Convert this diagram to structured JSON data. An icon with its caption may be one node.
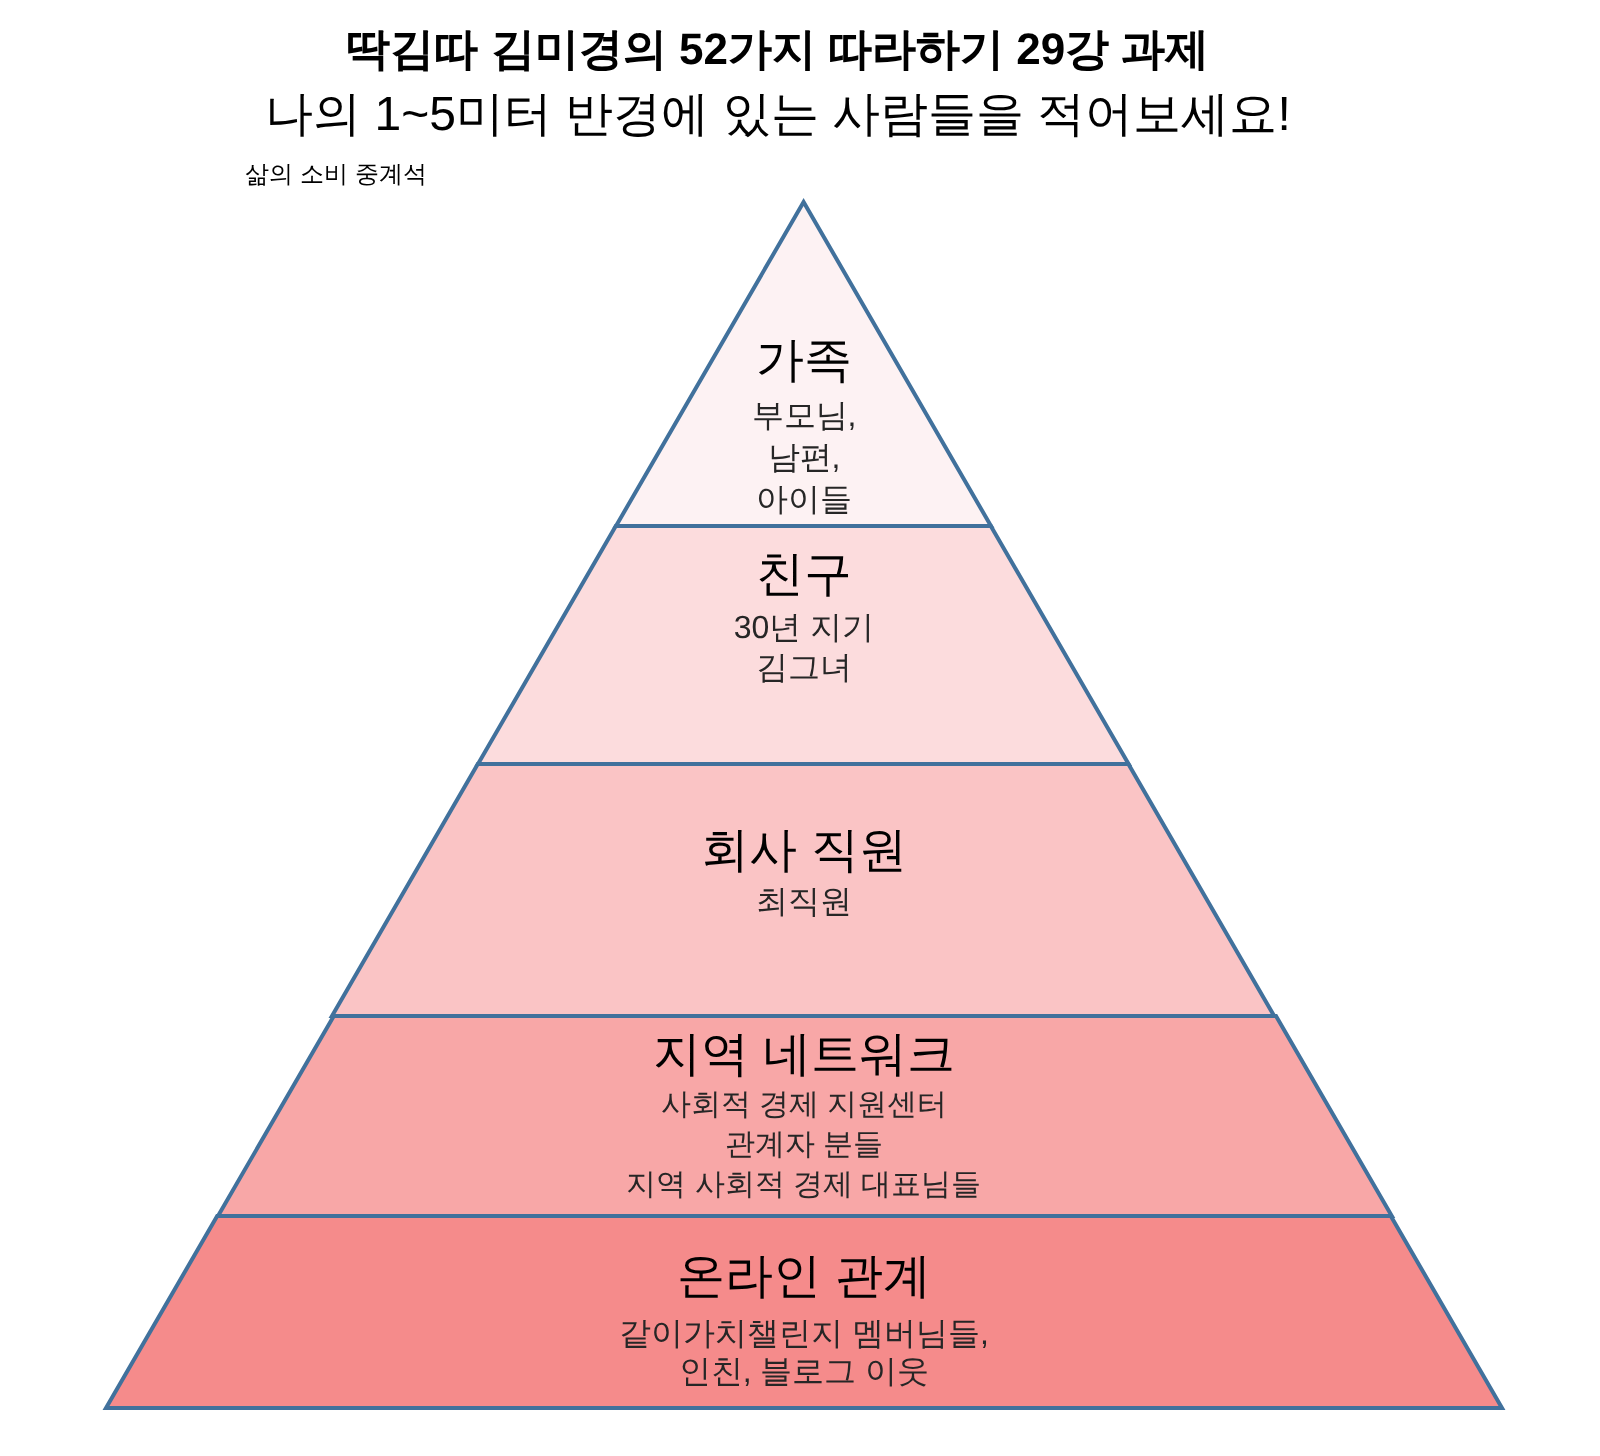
{
  "diagram": {
    "title": "딱김따 김미경의 52가지 따라하기 29강 과제",
    "nodes": [
      {
        "text": [
          "가족",
          "부모님, 남편, 아이들"
        ]
      },
      {
        "text": [
          "친구",
          "30년 지기 김그녀"
        ]
      },
      {
        "text": [
          "회사 직원",
          "최직원"
        ]
      },
      {
        "text": [
          "지역 네트워크",
          "사회적 경제 지원센터 관계자 분들 지역 사회적 경제 대표님들"
        ]
      },
      {
        "text": [
          "온라인 관계",
          "같이가치챌린지 멤버님들, 인친, 블로그 이웃"
        ]
      }
    ],
    "labels": [
      "나의 1~5미터 반경에 있는 사람들을 적어보세요!",
      "삶의 소비 중계석"
    ]
  }
}
